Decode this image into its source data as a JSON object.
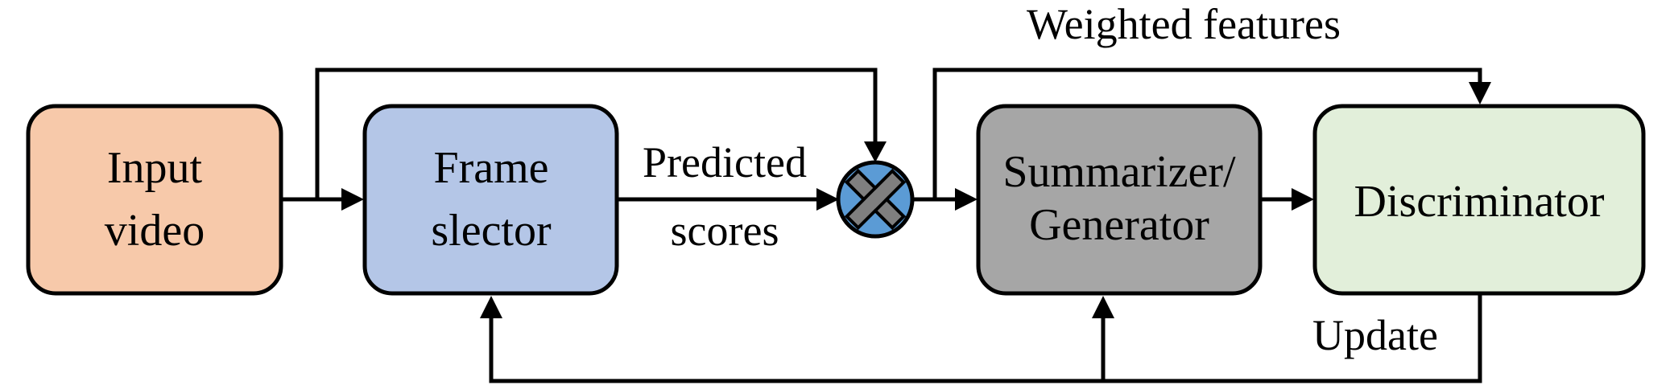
{
  "colors": {
    "input_fill": "#f7c9aa",
    "frame_fill": "#b4c6e7",
    "summarizer_fill": "#a6a6a6",
    "discriminator_fill": "#e2efda",
    "multiplier_fill": "#5b9bd5",
    "multiplier_cross": "#7f7f7f",
    "stroke": "#000000"
  },
  "nodes": {
    "input": {
      "line1": "Input",
      "line2": "video"
    },
    "frame_selector": {
      "line1": "Frame",
      "line2": "slector"
    },
    "summarizer": {
      "line1": "Summarizer/",
      "line2": "Generator"
    },
    "discriminator": {
      "label": "Discriminator"
    },
    "multiplier": {
      "icon": "multiply-icon"
    }
  },
  "edge_labels": {
    "predicted": "Predicted",
    "scores": "scores",
    "weighted_features": "Weighted features",
    "update": "Update"
  }
}
